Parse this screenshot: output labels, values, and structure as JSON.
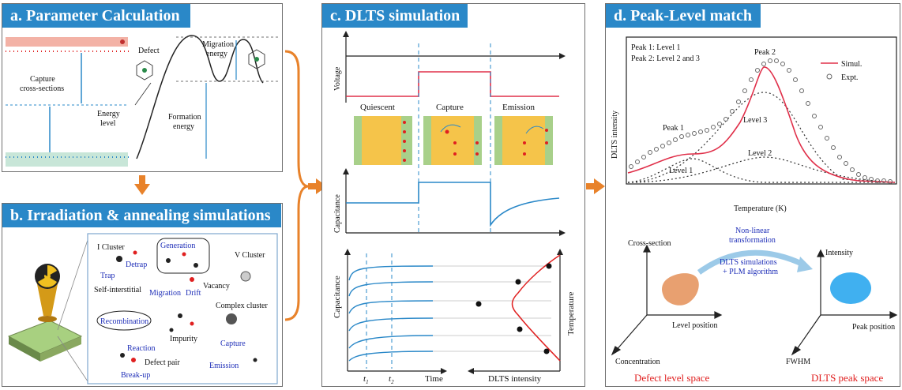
{
  "panels": {
    "a": {
      "title": "a. Parameter Calculation",
      "labels": {
        "defect": "Defect",
        "migration_energy_1": "Migration",
        "migration_energy_2": "energy",
        "capture_cs_1": "Capture",
        "capture_cs_2": "cross-sections",
        "energy_level_1": "Energy",
        "energy_level_2": "level",
        "formation_energy_1": "Formation",
        "formation_energy_2": "energy"
      }
    },
    "b": {
      "title": "b. Irradiation & annealing simulations",
      "labels": {
        "i_cluster": "I Cluster",
        "detrap": "Detrap",
        "trap": "Trap",
        "self_interstitial": "Self-interstitial",
        "generation": "Generation",
        "v_cluster": "V Cluster",
        "vacancy": "Vacancy",
        "migration": "Migration",
        "drift": "Drift",
        "complex_cluster": "Complex cluster",
        "recombination": "Recombination",
        "impurity": "Impurity",
        "reaction": "Reaction",
        "defect_pair": "Defect pair",
        "break_up": "Break-up",
        "capture": "Capture",
        "emission": "Emission"
      }
    },
    "c": {
      "title": "c. DLTS simulation",
      "labels": {
        "voltage": "Voltage",
        "quiescent": "Quiescent",
        "capture": "Capture",
        "emission": "Emission",
        "capacitance_top": "Capacitance",
        "capacitance_bottom": "Capacitance",
        "temperature": "Temperature",
        "t1": "t",
        "t1_sub": "1",
        "t2": "t",
        "t2_sub": "2",
        "time": "Time",
        "dlts_intensity": "DLTS intensity"
      }
    },
    "d": {
      "title": "d. Peak-Level match",
      "labels": {
        "peak1_note": "Peak 1: Level 1",
        "peak2_note": "Peak 2: Level 2 and 3",
        "peak2": "Peak 2",
        "peak1": "Peak 1",
        "level3": "Level 3",
        "level2": "Level 2",
        "level1": "Level 1",
        "legend_sim": "Simul.",
        "legend_exp": "Expt.",
        "ylabel": "DLTS intensity",
        "xlabel": "Temperature (K)",
        "nonlinear_1": "Non-linear",
        "nonlinear_2": "transformation",
        "dlts_sim_1": "DLTS simulations",
        "dlts_sim_2": "+ PLM algorithm",
        "cross_section": "Cross-section",
        "level_position": "Level position",
        "concentration": "Concentration",
        "intensity": "Intensity",
        "peak_position": "Peak position",
        "fwhm": "FWHM",
        "defect_space": "Defect level space",
        "peak_space": "DLTS peak space"
      }
    }
  },
  "colors": {
    "title_bg": "#2a88c8",
    "arrow_orange": "#e8822a",
    "sim_red": "#e0304a",
    "text_blue": "#1f2fb8",
    "text_red": "#e02020",
    "orange_blob": "#e8a070",
    "blue_blob": "#40b0f0"
  },
  "icons": [
    "radiation-icon",
    "orange-arrow-icon",
    "curly-brace-icon"
  ]
}
